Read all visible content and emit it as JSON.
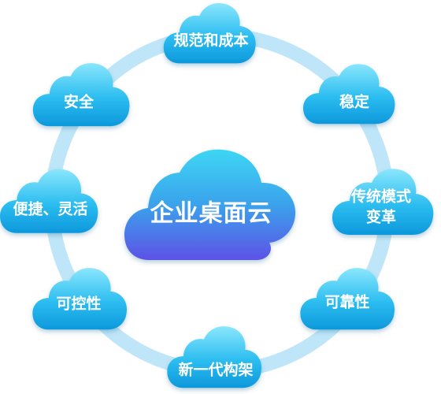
{
  "center": {
    "label": "企业桌面云"
  },
  "nodes": [
    {
      "id": "top",
      "label": "规范和成本"
    },
    {
      "id": "right-top",
      "label": "稳定"
    },
    {
      "id": "right-mid",
      "label": "传统模式",
      "label2": "变革"
    },
    {
      "id": "right-bottom",
      "label": "可靠性"
    },
    {
      "id": "bottom",
      "label": "新一代构架"
    },
    {
      "id": "left-bottom",
      "label": "可控性"
    },
    {
      "id": "left-mid",
      "label": "便捷、灵活"
    },
    {
      "id": "left-top",
      "label": "安全"
    }
  ],
  "colors": {
    "ring": "#bfe6f8",
    "cloud_top": "#7fe0fb",
    "cloud_bottom": "#12a6e6",
    "center_top": "#3fd0f2",
    "center_bottom": "#5b55e8"
  }
}
